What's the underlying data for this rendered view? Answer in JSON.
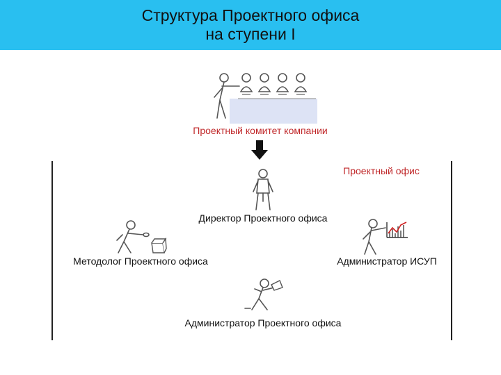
{
  "slide": {
    "title_line1": "Структура Проектного офиса",
    "title_line2": "на ступени I"
  },
  "committee": {
    "label": "Проектный комитет компании"
  },
  "office": {
    "label": "Проектный офис"
  },
  "roles": {
    "director": "Директор Проектного офиса",
    "methodologist": "Методолог Проектного офиса",
    "isup_admin": "Администратор ИСУП",
    "office_admin": "Администратор Проектного офиса"
  },
  "colors": {
    "title_bar": "#29bff0",
    "accent_text": "#c0282a",
    "arrow": "#111111",
    "table": "#dde3f5"
  }
}
